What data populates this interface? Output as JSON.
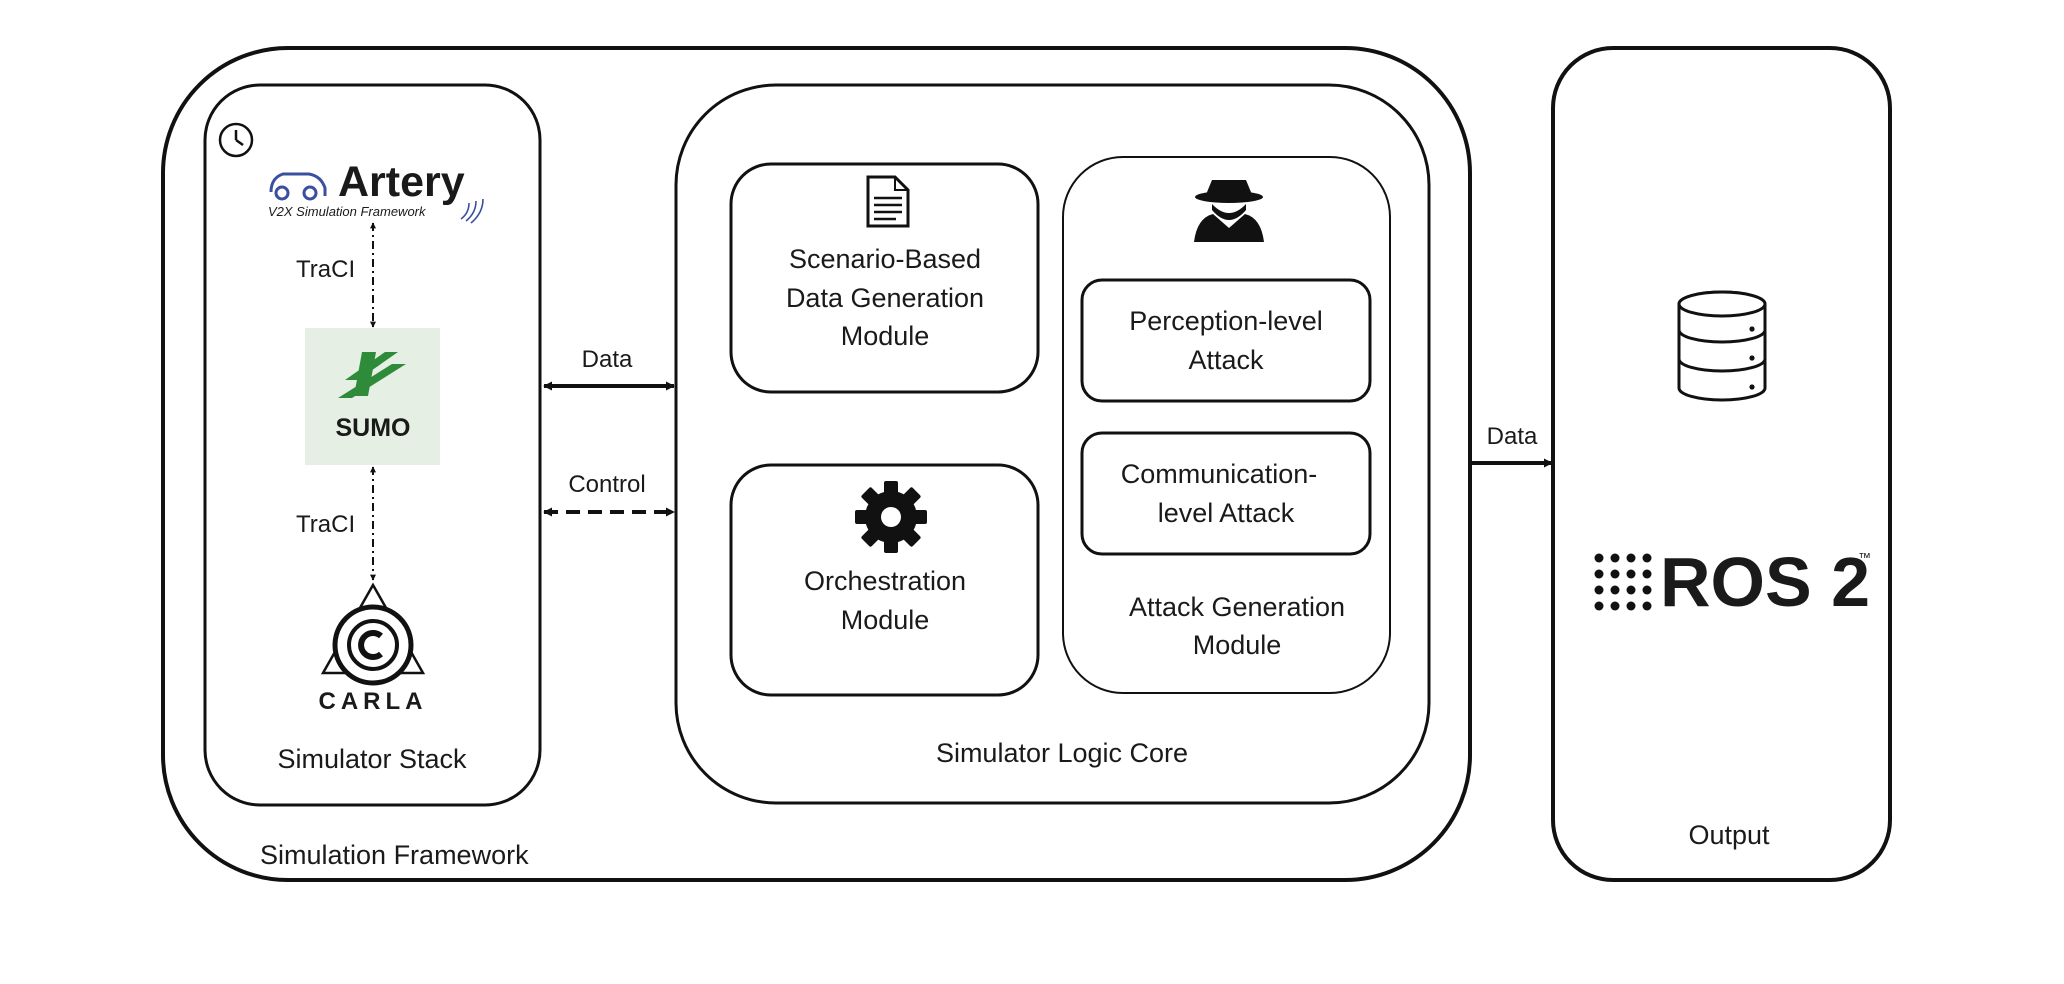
{
  "frames": {
    "simulation_framework": "Simulation Framework",
    "simulator_stack": "Simulator Stack",
    "simulator_logic_core": "Simulator Logic Core",
    "output": "Output"
  },
  "stack": {
    "artery": {
      "name": "Artery",
      "tagline": "V2X Simulation Framework"
    },
    "sumo": {
      "name": "SUMO"
    },
    "carla": {
      "name": "CARLA"
    },
    "links": [
      "TraCI",
      "TraCI"
    ]
  },
  "core": {
    "scenario_module": [
      "Scenario-Based",
      "Data Generation",
      "Module"
    ],
    "orchestration_module": [
      "Orchestration",
      "Module"
    ],
    "attack_module": {
      "title": [
        "Attack Generation",
        "Module"
      ],
      "perception": [
        "Perception-level",
        "Attack"
      ],
      "communication": [
        "Communication-",
        "level Attack"
      ]
    }
  },
  "edges": {
    "stack_core_data": "Data",
    "stack_core_control": "Control",
    "framework_output_data": "Data"
  },
  "output": {
    "ros_logo": "ROS 2",
    "tm": "™"
  },
  "colors": {
    "stroke": "#111111",
    "sumo_green": "#2e8b3a",
    "sumo_bg": "#e6efe3",
    "artery_blue": "#3b4fa0"
  }
}
